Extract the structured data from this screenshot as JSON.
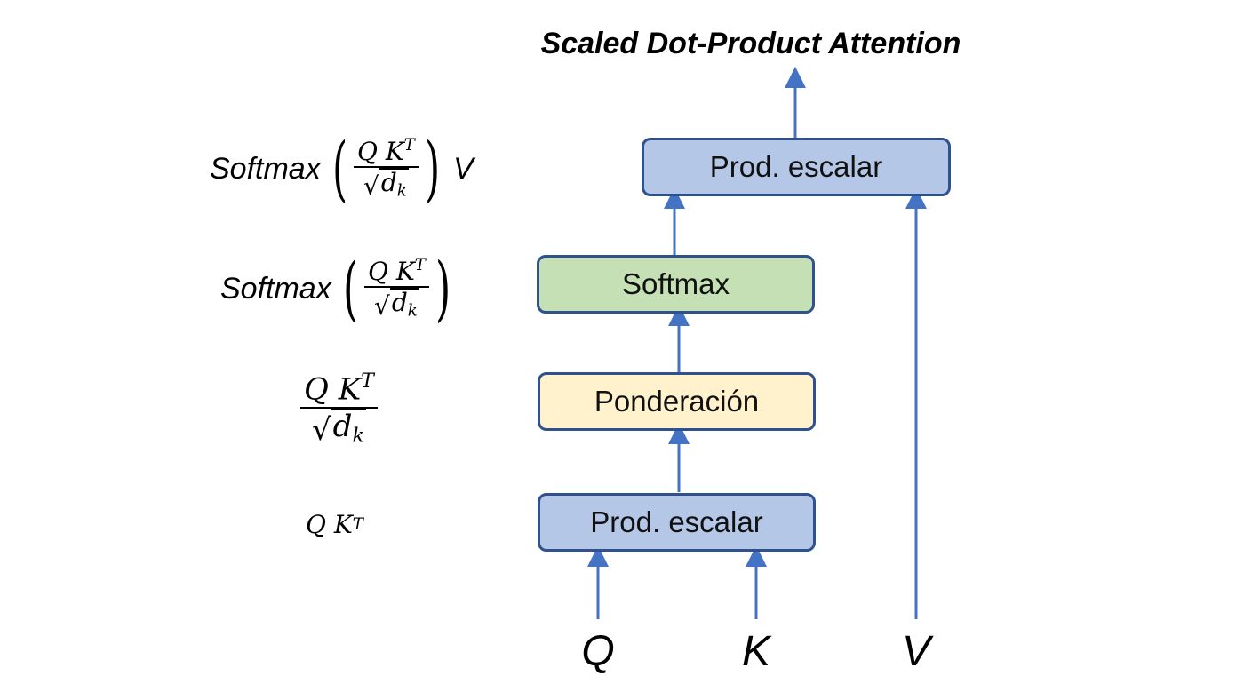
{
  "title": "Scaled Dot-Product Attention",
  "blocks": {
    "dot_product_top": "Prod. escalar",
    "softmax": "Softmax",
    "scaling": "Ponderación",
    "dot_product_bottom": "Prod. escalar"
  },
  "inputs": {
    "q": "Q",
    "k": "K",
    "v": "V"
  },
  "formulas": {
    "softmax_word": "Softmax",
    "q": "Q",
    "k": "K",
    "t": "T",
    "d": "d",
    "k_sub": "k",
    "v": "V"
  },
  "colors": {
    "arrow": "#4472c4",
    "box_border": "#2f528f",
    "dot_product_fill": "#b4c7e7",
    "softmax_fill": "#c5e0b4",
    "scaling_fill": "#fff2cc"
  }
}
